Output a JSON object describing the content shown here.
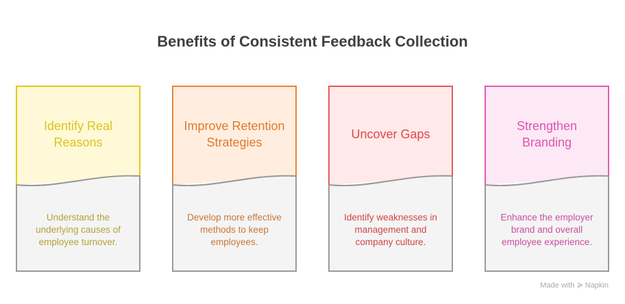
{
  "title": "Benefits of Consistent Feedback Collection",
  "cards": [
    {
      "heading": "Identify Real Reasons",
      "description": "Understand the underlying causes of employee turnover.",
      "border": "#e3c919",
      "fill": "#fff9d8",
      "heading_color": "#dcc41c",
      "desc_color": "#b3a23a"
    },
    {
      "heading": "Improve Retention Strategies",
      "description": "Develop more effective methods to keep employees.",
      "border": "#e6843a",
      "fill": "#ffeee0",
      "heading_color": "#df7a2c",
      "desc_color": "#c8773a"
    },
    {
      "heading": "Uncover Gaps",
      "description": "Identify weaknesses in management and company culture.",
      "border": "#e55a5a",
      "fill": "#ffe9e9",
      "heading_color": "#e04848",
      "desc_color": "#cf4646"
    },
    {
      "heading": "Strengthen Branding",
      "description": "Enhance the employer brand and overall employee experience.",
      "border": "#df5cb5",
      "fill": "#fde8f6",
      "heading_color": "#db55ae",
      "desc_color": "#c94f9f"
    }
  ],
  "footer": {
    "made_with": "Made with",
    "brand": "Napkin"
  }
}
